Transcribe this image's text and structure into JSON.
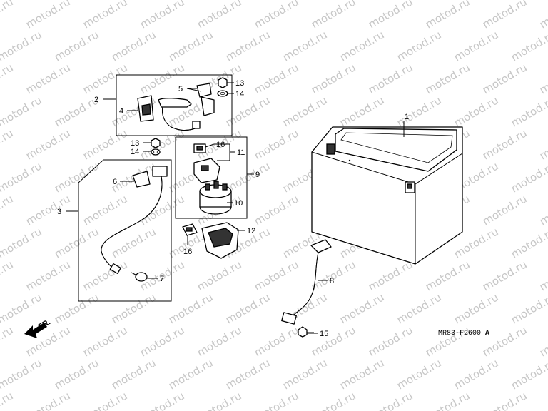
{
  "watermark": "motod.ru",
  "diagram_code": "MR83-F2600",
  "diagram_code_suffix": "A",
  "front_label": "FR.",
  "callouts": {
    "c1": "1",
    "c2": "2",
    "c3": "3",
    "c4": "4",
    "c5": "5",
    "c6": "6",
    "c7": "7",
    "c8": "8",
    "c9": "9",
    "c10": "10",
    "c11": "11",
    "c12": "12",
    "c13a": "13",
    "c14a": "14",
    "c13b": "13",
    "c14b": "14",
    "c15": "15",
    "c16a": "16",
    "c16b": "16"
  },
  "parts": [
    {
      "id": "battery",
      "ref": "1"
    },
    {
      "id": "positive-cable-assy",
      "ref": "2"
    },
    {
      "id": "negative-cable-assy",
      "ref": "3"
    },
    {
      "id": "terminal-cover-a",
      "ref": "4"
    },
    {
      "id": "terminal-cover-b",
      "ref": "5"
    },
    {
      "id": "terminal-cover-c",
      "ref": "6"
    },
    {
      "id": "bolt",
      "ref": "7"
    },
    {
      "id": "ground-cable",
      "ref": "8"
    },
    {
      "id": "starter-relay-assy",
      "ref": "9"
    },
    {
      "id": "starter-relay",
      "ref": "10"
    },
    {
      "id": "fuse-set",
      "ref": "11"
    },
    {
      "id": "relay-cover",
      "ref": "12"
    },
    {
      "id": "nut",
      "ref": "13"
    },
    {
      "id": "washer",
      "ref": "14"
    },
    {
      "id": "bolt-flange",
      "ref": "15"
    },
    {
      "id": "fuse",
      "ref": "16"
    }
  ]
}
